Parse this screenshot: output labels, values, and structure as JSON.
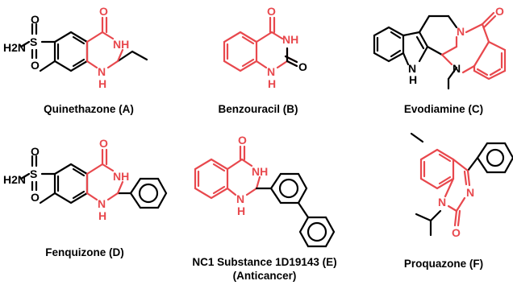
{
  "colors": {
    "bond": "#000000",
    "highlight": "#e8484d",
    "background": "#ffffff"
  },
  "atoms": {
    "O": "O",
    "S": "S",
    "H2N": "H2N",
    "NH": "NH",
    "N": "N",
    "H": "H"
  },
  "compounds": [
    {
      "name": "Quinethazone (A)"
    },
    {
      "name": "Benzouracil (B)"
    },
    {
      "name": "Evodiamine (C)"
    },
    {
      "name": "Fenquizone (D)"
    },
    {
      "name": "NC1 Substance 1D19143 (E)",
      "note": "(Anticancer)"
    },
    {
      "name": "Proquazone (F)"
    }
  ]
}
